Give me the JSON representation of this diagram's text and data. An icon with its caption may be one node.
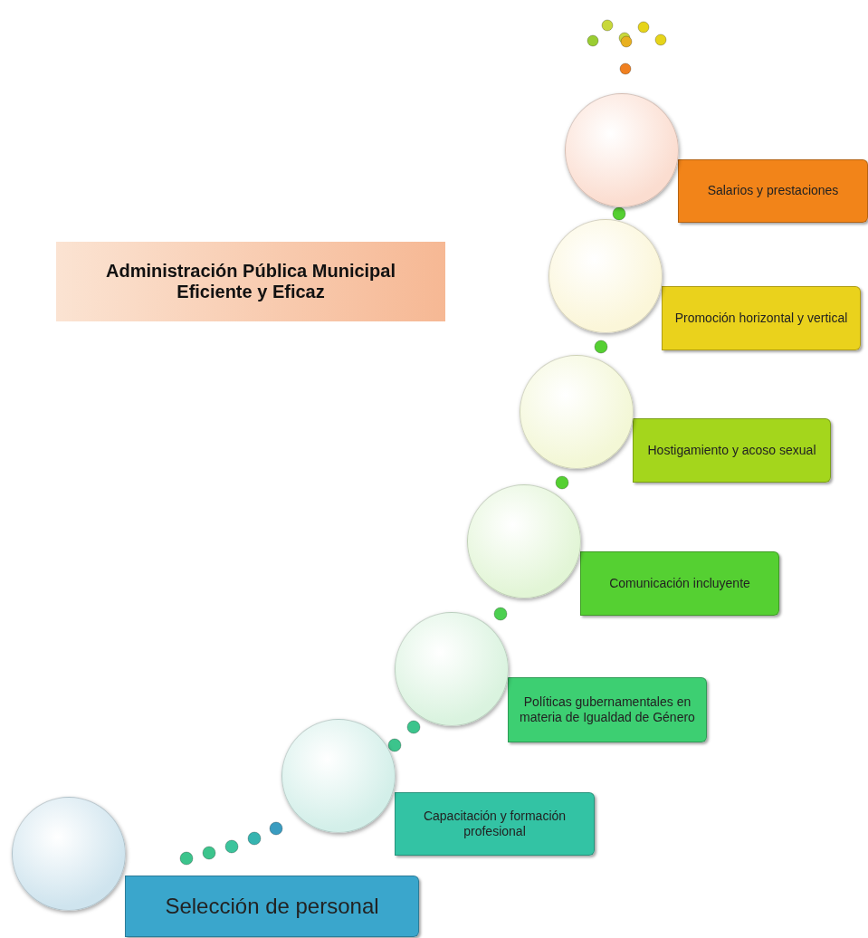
{
  "diagram": {
    "nodes": [
      {
        "text": [
          "Administración Pública Municipal Eficiente y Eficaz"
        ]
      },
      {
        "text": [
          "Selección de personal"
        ]
      },
      {
        "text": [
          "Capacitación y formación profesional"
        ]
      },
      {
        "text": [
          "Políticas gubernamentales en materia de Igualdad de Género"
        ]
      },
      {
        "text": [
          "Comunicación incluyente"
        ]
      },
      {
        "text": [
          "Hostigamiento y acoso sexual"
        ]
      },
      {
        "text": [
          "Promoción horizontal y vertical"
        ]
      },
      {
        "text": [
          "Salarios y prestaciones"
        ]
      },
      {
        "text": [],
        "shape": "circle"
      },
      {
        "text": [],
        "shape": "circle"
      },
      {
        "text": [],
        "shape": "circle"
      },
      {
        "text": [],
        "shape": "circle"
      },
      {
        "text": [],
        "shape": "circle"
      },
      {
        "text": [],
        "shape": "circle"
      },
      {
        "text": [],
        "shape": "circle"
      }
    ]
  }
}
